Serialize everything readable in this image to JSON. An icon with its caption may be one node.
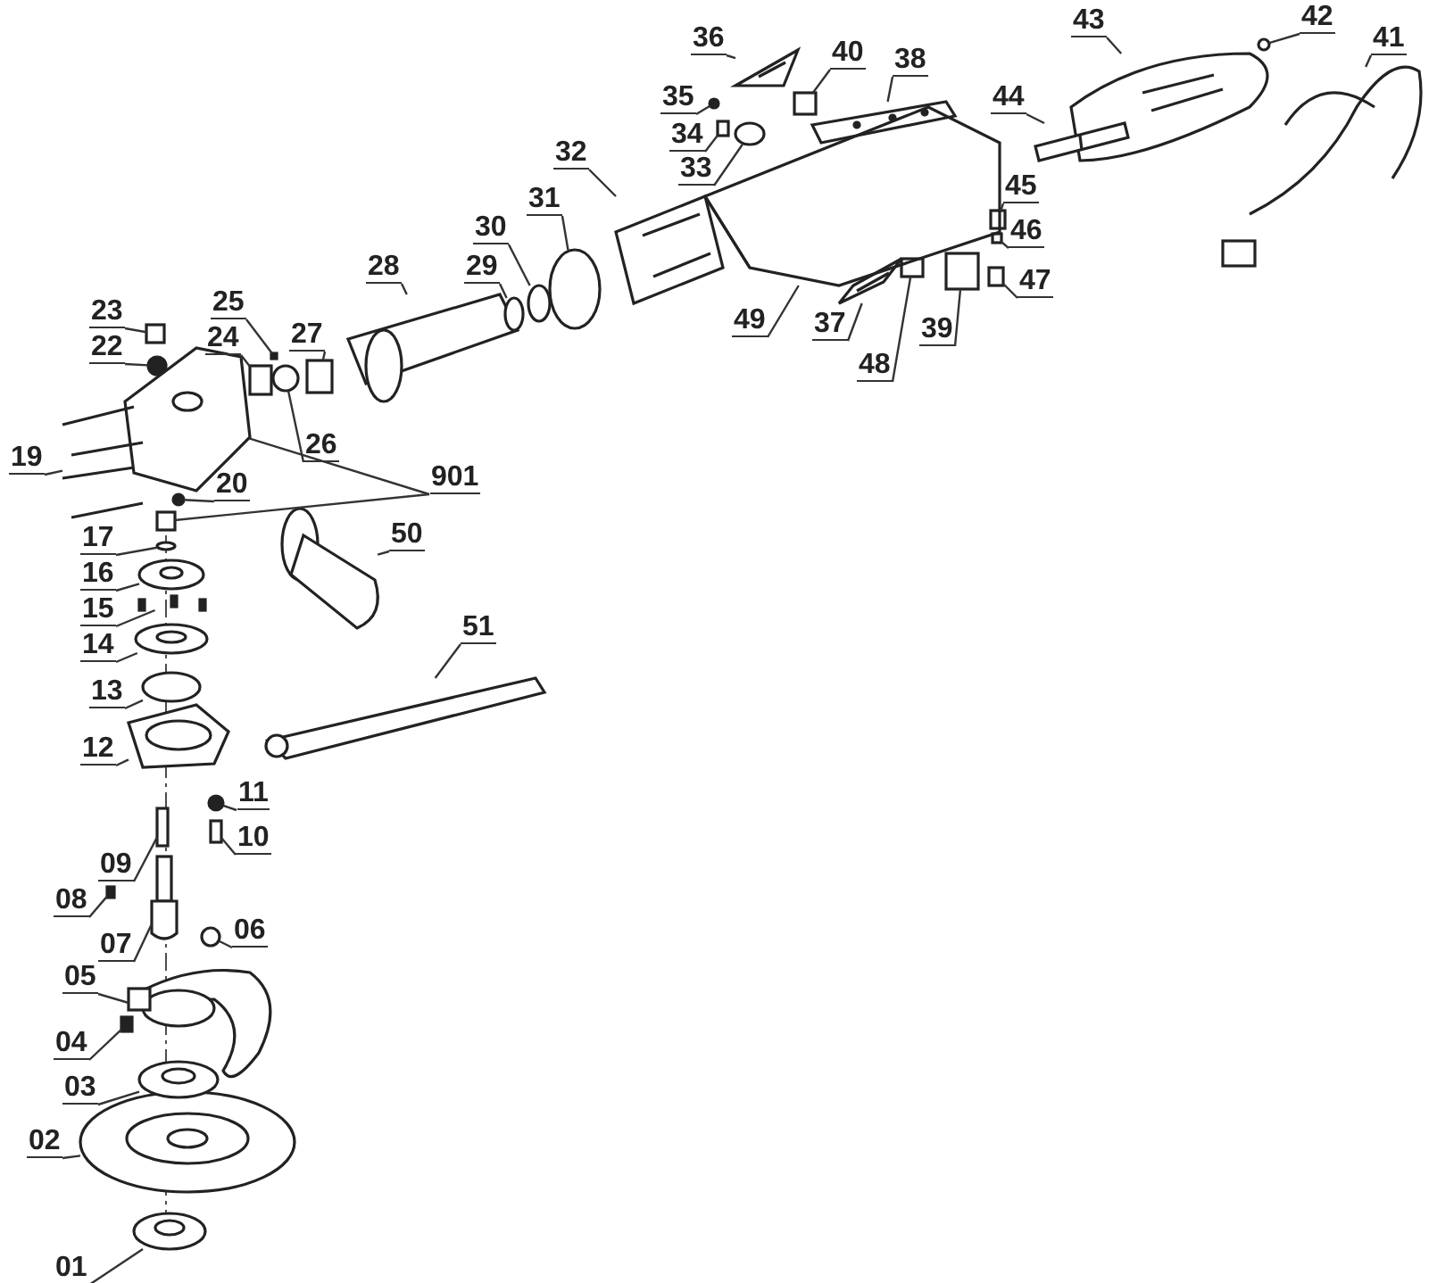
{
  "diagram": {
    "nodes": [
      {
        "text": [
          "01"
        ]
      },
      {
        "text": [
          "02"
        ]
      },
      {
        "text": [
          "03"
        ]
      },
      {
        "text": [
          "04"
        ]
      },
      {
        "text": [
          "05"
        ]
      },
      {
        "text": [
          "06"
        ]
      },
      {
        "text": [
          "07"
        ]
      },
      {
        "text": [
          "08"
        ]
      },
      {
        "text": [
          "09"
        ]
      },
      {
        "text": [
          "10"
        ]
      },
      {
        "text": [
          "11"
        ]
      },
      {
        "text": [
          "12"
        ]
      },
      {
        "text": [
          "13"
        ]
      },
      {
        "text": [
          "14"
        ]
      },
      {
        "text": [
          "15"
        ]
      },
      {
        "text": [
          "16"
        ]
      },
      {
        "text": [
          "17"
        ]
      },
      {
        "text": [
          "19"
        ]
      },
      {
        "text": [
          "20"
        ]
      },
      {
        "text": [
          "22"
        ]
      },
      {
        "text": [
          "23"
        ]
      },
      {
        "text": [
          "24"
        ]
      },
      {
        "text": [
          "25"
        ]
      },
      {
        "text": [
          "26"
        ]
      },
      {
        "text": [
          "27"
        ]
      },
      {
        "text": [
          "28"
        ]
      },
      {
        "text": [
          "29"
        ]
      },
      {
        "text": [
          "30"
        ]
      },
      {
        "text": [
          "31"
        ]
      },
      {
        "text": [
          "32"
        ]
      },
      {
        "text": [
          "33"
        ]
      },
      {
        "text": [
          "34"
        ]
      },
      {
        "text": [
          "35"
        ]
      },
      {
        "text": [
          "36"
        ]
      },
      {
        "text": [
          "37"
        ]
      },
      {
        "text": [
          "38"
        ]
      },
      {
        "text": [
          "39"
        ]
      },
      {
        "text": [
          "40"
        ]
      },
      {
        "text": [
          "41"
        ]
      },
      {
        "text": [
          "42"
        ]
      },
      {
        "text": [
          "43"
        ]
      },
      {
        "text": [
          "44"
        ]
      },
      {
        "text": [
          "45"
        ]
      },
      {
        "text": [
          "46"
        ]
      },
      {
        "text": [
          "47"
        ]
      },
      {
        "text": [
          "48"
        ]
      },
      {
        "text": [
          "49"
        ]
      },
      {
        "text": [
          "50"
        ]
      },
      {
        "text": [
          "51"
        ]
      },
      {
        "text": [
          "901"
        ]
      },
      {
        "text": [],
        "shape": "picture"
      },
      {
        "text": [],
        "shape": "picture"
      },
      {
        "text": [],
        "shape": "picture"
      },
      {
        "text": [],
        "shape": "box"
      },
      {
        "text": [],
        "shape": "picture"
      },
      {
        "text": [],
        "shape": "circle"
      },
      {
        "text": [],
        "shape": "picture"
      },
      {
        "text": [],
        "shape": "box"
      },
      {
        "text": [],
        "shape": "box"
      },
      {
        "text": [],
        "shape": "box"
      },
      {
        "text": [],
        "shape": "circle"
      },
      {
        "text": [],
        "shape": "picture"
      },
      {
        "text": [],
        "shape": "circle"
      },
      {
        "text": [],
        "shape": "picture"
      },
      {
        "text": [],
        "shape": "picture"
      },
      {
        "text": [],
        "shape": "picture"
      },
      {
        "text": [],
        "shape": "circle"
      },
      {
        "text": [],
        "shape": "picture"
      },
      {
        "text": [],
        "shape": "circle"
      },
      {
        "text": [],
        "shape": "circle"
      },
      {
        "text": [],
        "shape": "box"
      },
      {
        "text": [],
        "shape": "box"
      },
      {
        "text": [],
        "shape": "box"
      },
      {
        "text": [],
        "shape": "circle"
      },
      {
        "text": [],
        "shape": "box"
      },
      {
        "text": [],
        "shape": "picture"
      },
      {
        "text": [],
        "shape": "circle"
      },
      {
        "text": [],
        "shape": "circle"
      },
      {
        "text": [],
        "shape": "circle"
      },
      {
        "text": [],
        "shape": "picture"
      },
      {
        "text": [],
        "shape": "circle"
      },
      {
        "text": [],
        "shape": "box"
      },
      {
        "text": [],
        "shape": "circle"
      },
      {
        "text": [],
        "shape": "picture"
      },
      {
        "text": [],
        "shape": "picture"
      },
      {
        "text": [],
        "shape": "picture"
      },
      {
        "text": [],
        "shape": "box"
      },
      {
        "text": [],
        "shape": "box"
      },
      {
        "text": [],
        "shape": "picture"
      },
      {
        "text": [],
        "shape": "circle"
      },
      {
        "text": [],
        "shape": "picture"
      },
      {
        "text": [],
        "shape": "picture"
      },
      {
        "text": [],
        "shape": "box"
      },
      {
        "text": [],
        "shape": "box"
      },
      {
        "text": [],
        "shape": "box"
      },
      {
        "text": [],
        "shape": "box"
      },
      {
        "text": [],
        "shape": "picture"
      },
      {
        "text": [],
        "shape": "picture"
      },
      {
        "text": [],
        "shape": "picture"
      },
      {
        "text": [],
        "shape": "picture"
      },
      {
        "text": [],
        "shape": "box"
      }
    ],
    "edges": [
      {
        "from": 0,
        "to": 50,
        "arrow": "none"
      },
      {
        "from": 1,
        "to": 51,
        "arrow": "none"
      },
      {
        "from": 2,
        "to": 52,
        "arrow": "none"
      },
      {
        "from": 3,
        "to": 53,
        "arrow": "none"
      },
      {
        "from": 4,
        "to": 54,
        "arrow": "none"
      },
      {
        "from": 5,
        "to": 55,
        "arrow": "none"
      },
      {
        "from": 6,
        "to": 56,
        "arrow": "none"
      },
      {
        "from": 7,
        "to": 57,
        "arrow": "none"
      },
      {
        "from": 8,
        "to": 58,
        "arrow": "none"
      },
      {
        "from": 9,
        "to": 59,
        "arrow": "none"
      },
      {
        "from": 10,
        "to": 60,
        "arrow": "none"
      },
      {
        "from": 11,
        "to": 61,
        "arrow": "none"
      },
      {
        "from": 12,
        "to": 62,
        "arrow": "none"
      },
      {
        "from": 13,
        "to": 63,
        "arrow": "none"
      },
      {
        "from": 14,
        "to": 64,
        "arrow": "none"
      },
      {
        "from": 15,
        "to": 65,
        "arrow": "none"
      },
      {
        "from": 16,
        "to": 66,
        "arrow": "none"
      },
      {
        "from": 17,
        "to": 67,
        "arrow": "none"
      },
      {
        "from": 18,
        "to": 68,
        "arrow": "none"
      },
      {
        "from": 19,
        "to": 69,
        "arrow": "none"
      },
      {
        "from": 20,
        "to": 70,
        "arrow": "none"
      },
      {
        "from": 21,
        "to": 71,
        "arrow": "none"
      },
      {
        "from": 22,
        "to": 72,
        "arrow": "none"
      },
      {
        "from": 23,
        "to": 73,
        "arrow": "none"
      },
      {
        "from": 24,
        "to": 74,
        "arrow": "none"
      },
      {
        "from": 25,
        "to": 75,
        "arrow": "none"
      },
      {
        "from": 26,
        "to": 76,
        "arrow": "none"
      },
      {
        "from": 27,
        "to": 77,
        "arrow": "none"
      },
      {
        "from": 28,
        "to": 78,
        "arrow": "none"
      },
      {
        "from": 29,
        "to": 79,
        "arrow": "none"
      },
      {
        "from": 30,
        "to": 80,
        "arrow": "none"
      },
      {
        "from": 31,
        "to": 81,
        "arrow": "none"
      },
      {
        "from": 32,
        "to": 82,
        "arrow": "none"
      },
      {
        "from": 33,
        "to": 83,
        "arrow": "none"
      },
      {
        "from": 34,
        "to": 84,
        "arrow": "none"
      },
      {
        "from": 35,
        "to": 85,
        "arrow": "none"
      },
      {
        "from": 36,
        "to": 86,
        "arrow": "none"
      },
      {
        "from": 37,
        "to": 87,
        "arrow": "none"
      },
      {
        "from": 38,
        "to": 88,
        "arrow": "none"
      },
      {
        "from": 39,
        "to": 89,
        "arrow": "none"
      },
      {
        "from": 40,
        "to": 90,
        "arrow": "none"
      },
      {
        "from": 41,
        "to": 91,
        "arrow": "none"
      },
      {
        "from": 42,
        "to": 92,
        "arrow": "none"
      },
      {
        "from": 43,
        "to": 93,
        "arrow": "none"
      },
      {
        "from": 44,
        "to": 94,
        "arrow": "none"
      },
      {
        "from": 45,
        "to": 95,
        "arrow": "none"
      },
      {
        "from": 46,
        "to": 96,
        "arrow": "none"
      },
      {
        "from": 47,
        "to": 97,
        "arrow": "none"
      },
      {
        "from": 48,
        "to": 98,
        "arrow": "none"
      },
      {
        "from": 49,
        "to": 99,
        "arrow": "none"
      },
      {
        "from": 49,
        "to": 100,
        "arrow": "none"
      }
    ]
  }
}
